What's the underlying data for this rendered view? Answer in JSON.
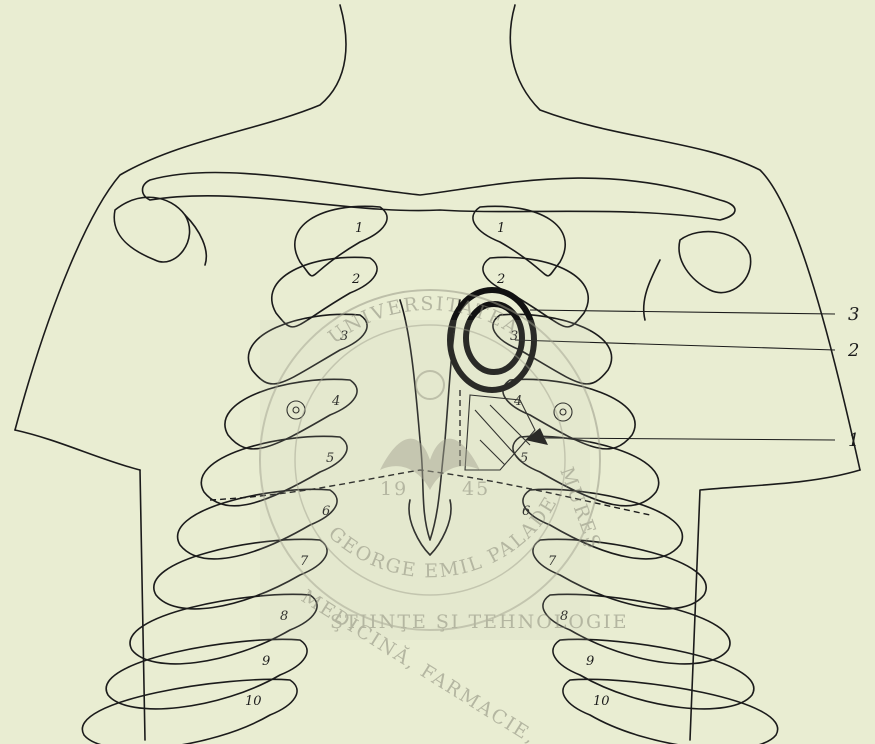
{
  "figure": {
    "rib_numbers": [
      "1",
      "2",
      "3",
      "4",
      "5",
      "6",
      "7",
      "8",
      "9",
      "10"
    ],
    "pointer_labels": [
      "3",
      "2",
      "1"
    ]
  },
  "watermark": {
    "top_text": "UNIVERSITATEA",
    "bottom_text": "GEORGE EMIL PALADE",
    "left_text": "MEDICINĂ, FARMACIE,",
    "lower_text": "ŞTIINŢE ŞI TEHNOLOGIE",
    "right_text": "MUREŞ",
    "year_left": "19",
    "year_right": "45"
  },
  "colors": {
    "paper": "#e9edd2",
    "ink": "#1b1b1b",
    "watermark": "#8a8a7a"
  }
}
